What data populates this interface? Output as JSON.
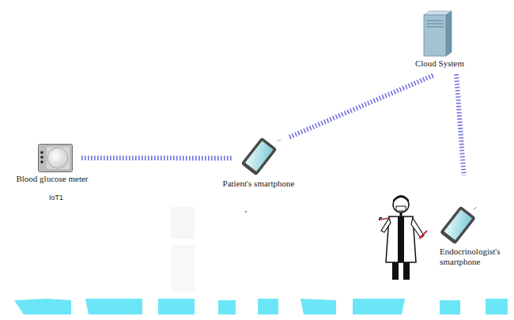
{
  "diagram": {
    "nodes": [
      {
        "text": [
          "Blood glucose meter",
          "IoT1"
        ]
      },
      {
        "text": [
          "Patient's smartphone"
        ]
      },
      {
        "text": [
          "Cloud System"
        ]
      },
      {
        "text": [
          "Endocrinologist's smartphone"
        ]
      }
    ],
    "edges": [
      {
        "from": 0,
        "to": 1,
        "arrow": "none"
      },
      {
        "from": 1,
        "to": 2,
        "arrow": "none"
      },
      {
        "from": 2,
        "to": 3,
        "arrow": "none"
      }
    ]
  }
}
